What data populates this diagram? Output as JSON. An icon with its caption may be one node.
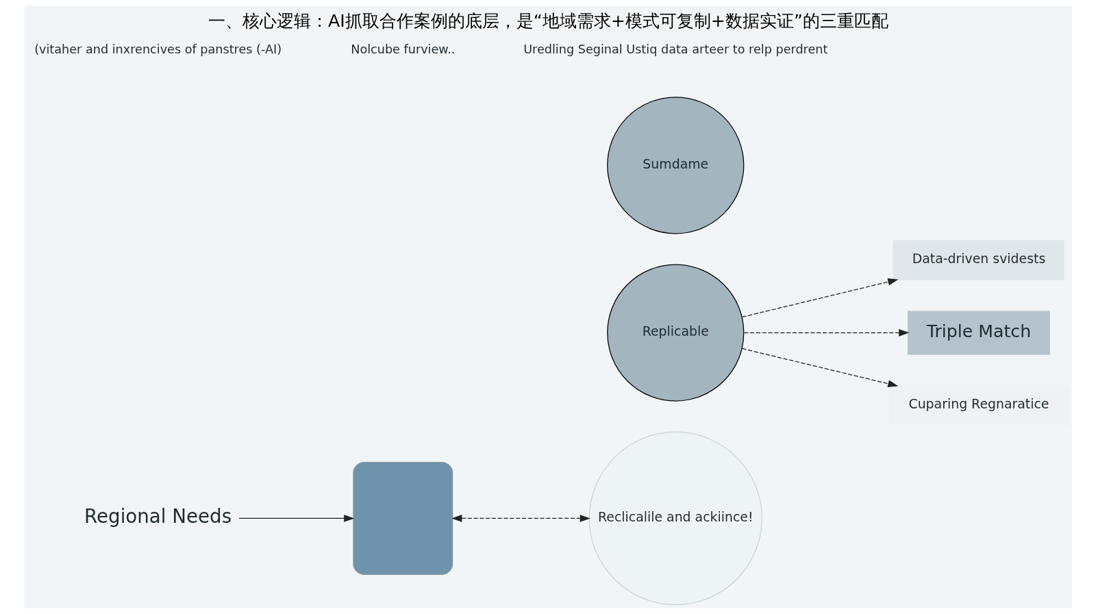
{
  "diagram": {
    "title": "一、核心逻辑：AI抓取合作案例的底层，是“地域需求+模式可复制+数据实证”的三重匹配",
    "nodes": [
      {
        "text": [
          "Regional Needs"
        ]
      },
      {
        "text": [],
        "shape": "box"
      },
      {
        "text": [
          "Sumdame"
        ]
      },
      {
        "text": [
          "Reclicalile and ackiince!"
        ]
      },
      {
        "text": [
          "Replicable"
        ]
      },
      {
        "text": [
          "Data-driven svidests"
        ]
      },
      {
        "text": [
          "Triple Match"
        ]
      },
      {
        "text": [
          "Cuparing Regnaratice"
        ]
      }
    ],
    "edges": [
      {
        "from": 0,
        "to": 1,
        "arrow": "to"
      },
      {
        "from": 1,
        "to": 3,
        "arrow": "both",
        "style": "dashed"
      },
      {
        "from": 4,
        "to": 5,
        "arrow": "to",
        "style": "dashed"
      },
      {
        "from": 4,
        "to": 6,
        "arrow": "to",
        "style": "dashed"
      },
      {
        "from": 4,
        "to": 7,
        "arrow": "to",
        "style": "dashed"
      }
    ],
    "labels": [
      "(vitaher and inxrencives of panstres (-AI)",
      "Nolcube furview..",
      "Uredling Seginal Ustiq data arteer to relp perdrent"
    ]
  }
}
